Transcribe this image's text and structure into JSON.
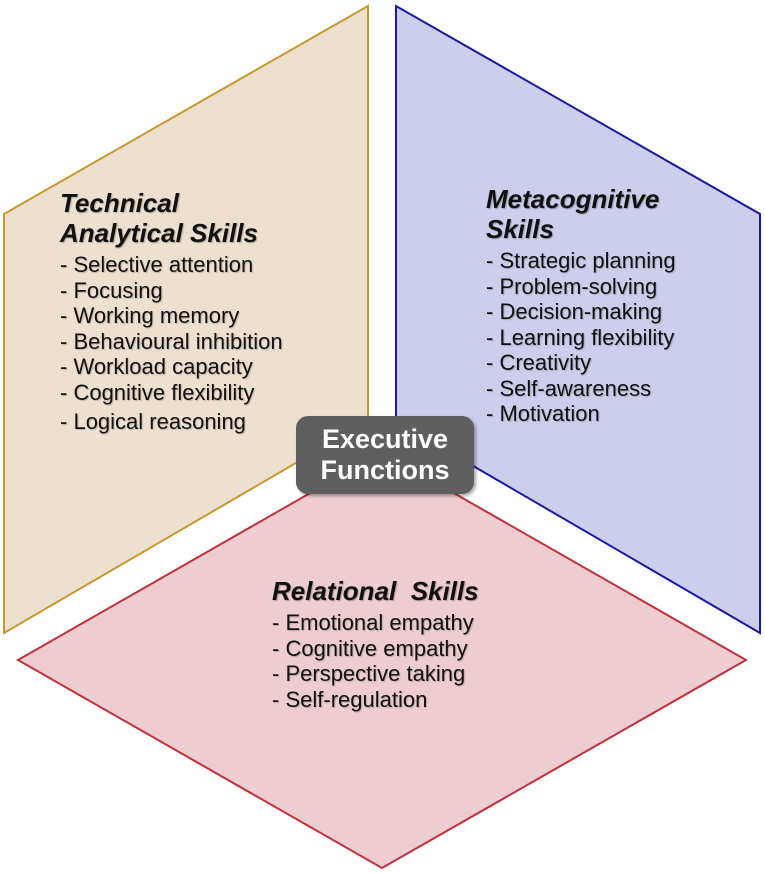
{
  "center": {
    "line1": "Executive",
    "line2": "Functions",
    "fill": "#5f5f5f"
  },
  "panels": {
    "technical": {
      "title_line1": "Technical",
      "title_line2": "Analytical Skills",
      "fill": "#ede0cf",
      "border": "#c8972e",
      "items": [
        "Selective attention",
        "Focusing",
        "Working memory",
        "Behavioural inhibition",
        "Workload capacity",
        "Cognitive flexibility",
        "Logical reasoning"
      ]
    },
    "metacognitive": {
      "title_line1": "Metacognitive",
      "title_line2": "Skills",
      "fill": "#cdcdec",
      "border": "#1a1aa0",
      "items": [
        "Strategic planning",
        "Problem-solving",
        "Decision-making",
        "Learning flexibility",
        "Creativity",
        "Self-awareness",
        "Motivation"
      ]
    },
    "relational": {
      "title": "Relational  Skills",
      "fill": "#edcdcf",
      "border": "#c0303a",
      "items": [
        "Emotional empathy",
        "Cognitive empathy",
        "Perspective taking",
        "Self-regulation"
      ]
    }
  }
}
